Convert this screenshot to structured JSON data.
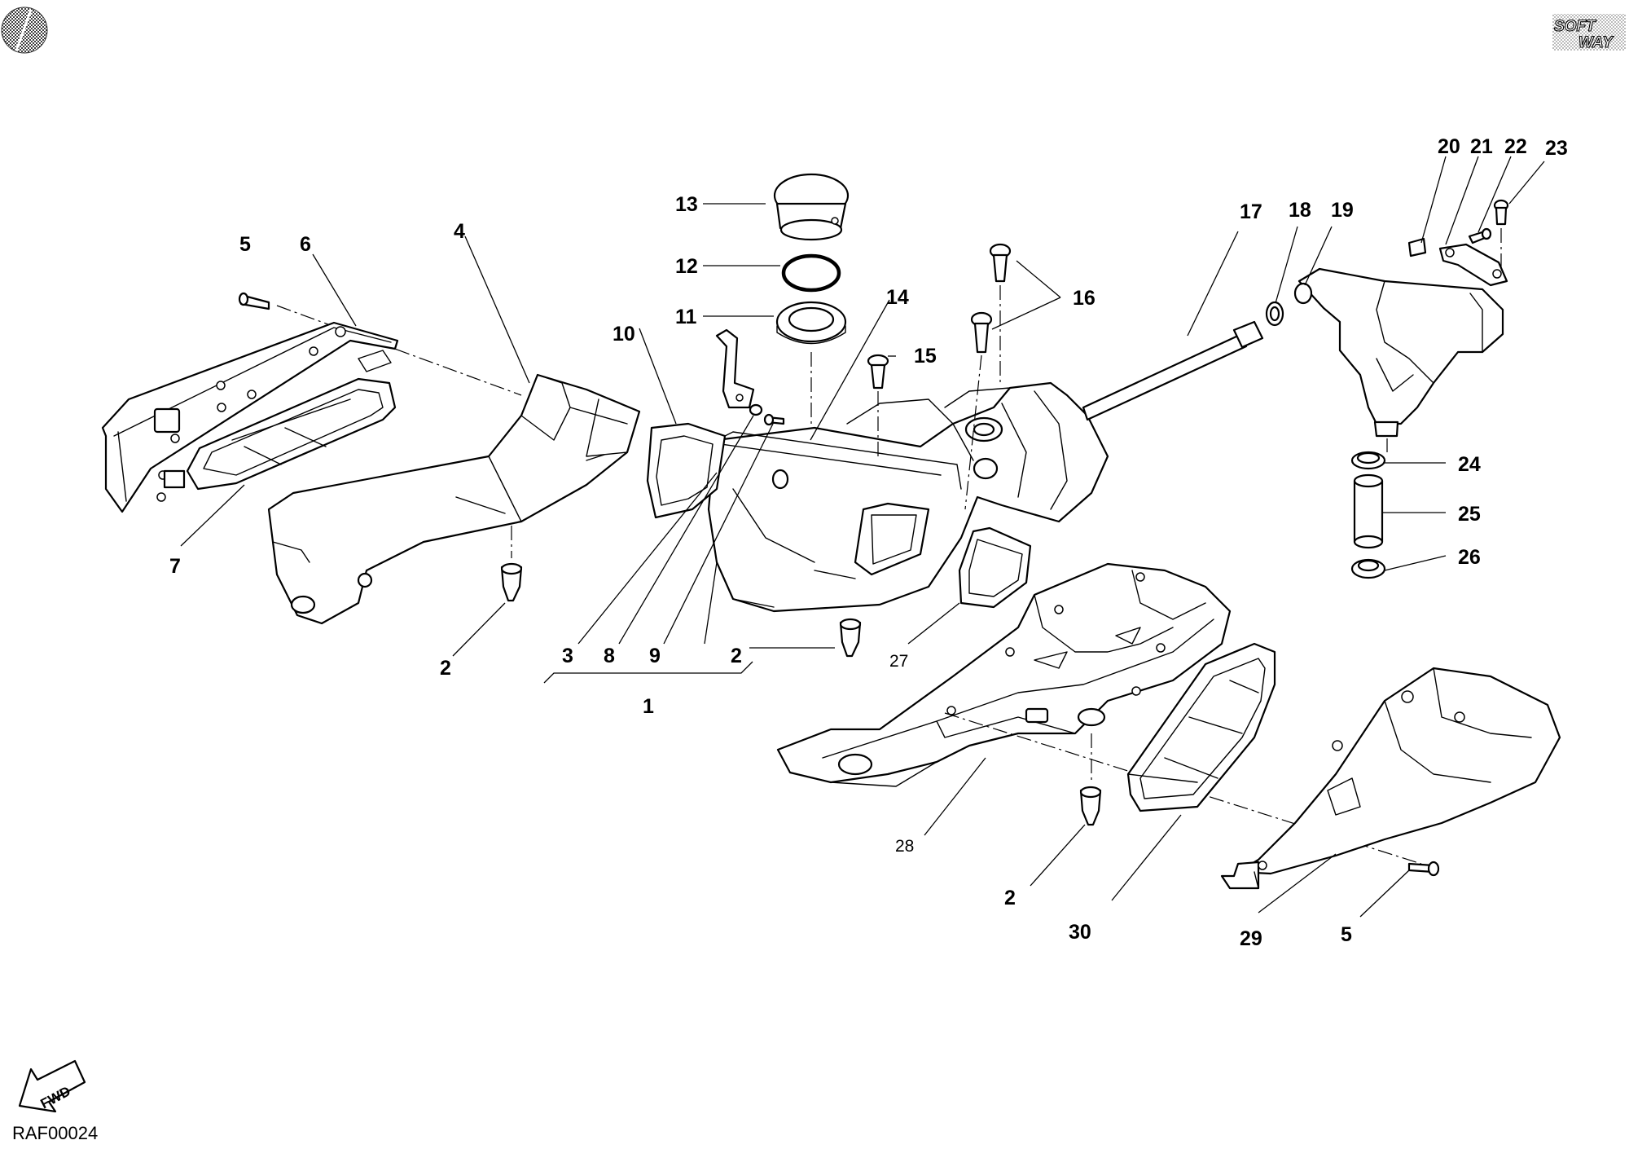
{
  "labels": {
    "p1": "1",
    "p2a": "2",
    "p2b": "2",
    "p2c": "2",
    "p3": "3",
    "p4": "4",
    "p5a": "5",
    "p5b": "5",
    "p6": "6",
    "p7": "7",
    "p8": "8",
    "p9": "9",
    "p10": "10",
    "p11": "11",
    "p12": "12",
    "p13": "13",
    "p14": "14",
    "p15": "15",
    "p16": "16",
    "p17": "17",
    "p18": "18",
    "p19": "19",
    "p20": "20",
    "p21": "21",
    "p22": "22",
    "p23": "23",
    "p24": "24",
    "p25": "25",
    "p26": "26",
    "p27": "27",
    "p28": "28",
    "p29": "29",
    "p30": "30"
  },
  "drawing_code": "RAF00024",
  "fwd_label": "FWD",
  "logo": {
    "line1": "SOFT",
    "line2": "WAY"
  },
  "icons": {
    "corner_badge": "dotted-circle-icon",
    "direction": "fwd-arrow-icon",
    "brand": "softway-logo-icon"
  }
}
